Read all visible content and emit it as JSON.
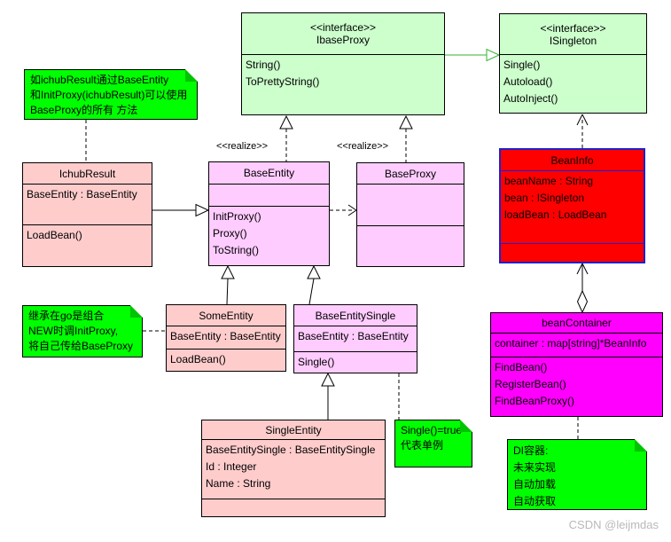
{
  "labels": {
    "realize_left": "<<realize>>",
    "realize_right": "<<realize>>"
  },
  "watermark": "CSDN @leijmdas",
  "colors": {
    "interface_fill": "#ccffcc",
    "entity_pink": "#ffcccc",
    "entity_violet": "#ffccff",
    "bean_info_fill": "#ff0000",
    "bean_info_border": "#2020cc",
    "container_fill": "#ff00ff",
    "note_fill": "#00ff00",
    "realize_arrow_green": "#33b333"
  },
  "classes": {
    "ibaseproxy": {
      "stereotype": "<<interface>>",
      "name": "IbaseProxy",
      "methods": [
        "String()",
        "ToPrettyString()"
      ]
    },
    "isingleton": {
      "stereotype": "<<interface>>",
      "name": "ISingleton",
      "methods": [
        "Single()",
        "Autoload()",
        "AutoInject()"
      ]
    },
    "ichubresult": {
      "name": "IchubResult",
      "attributes": [
        "BaseEntity : BaseEntity"
      ],
      "methods": [
        "LoadBean()"
      ]
    },
    "baseentity": {
      "name": "BaseEntity",
      "attributes": [],
      "methods": [
        "InitProxy()",
        "Proxy()",
        "ToString()"
      ]
    },
    "baseproxy": {
      "name": "BaseProxy",
      "attributes": [],
      "methods": []
    },
    "beaninfo": {
      "name": "BeanInfo",
      "attributes": [
        "beanName : String",
        "bean : ISingleton",
        "loadBean : LoadBean"
      ],
      "methods": []
    },
    "someentity": {
      "name": "SomeEntity",
      "attributes": [
        "BaseEntity : BaseEntity"
      ],
      "methods": [
        "LoadBean()"
      ]
    },
    "baseentitysingle": {
      "name": "BaseEntitySingle",
      "attributes": [
        "BaseEntity : BaseEntity"
      ],
      "methods": [
        "Single()"
      ]
    },
    "singleentity": {
      "name": "SingleEntity",
      "attributes": [
        "BaseEntitySingle : BaseEntitySingle",
        "Id : Integer",
        "Name : String"
      ],
      "methods": []
    },
    "beancontainer": {
      "name": "beanContainer",
      "attributes": [
        "container : map[string]*BeanInfo"
      ],
      "methods": [
        "FindBean()",
        "RegisterBean()",
        "FindBeanProxy()"
      ]
    }
  },
  "notes": {
    "note_usage": {
      "lines": [
        "如ichubResult通过BaseEntity",
        "和InitProxy(ichubResult)可以使用",
        "BaseProxy的所有 方法"
      ]
    },
    "note_inherit": {
      "lines": [
        "继承在go是组合",
        "NEW时调InitProxy,",
        "将自己传给BaseProxy"
      ]
    },
    "note_single": {
      "lines": [
        "Single()=true",
        "代表单例"
      ]
    },
    "note_di": {
      "lines": [
        "DI容器:",
        "未来实现",
        "自动加载",
        "自动获取"
      ]
    }
  }
}
